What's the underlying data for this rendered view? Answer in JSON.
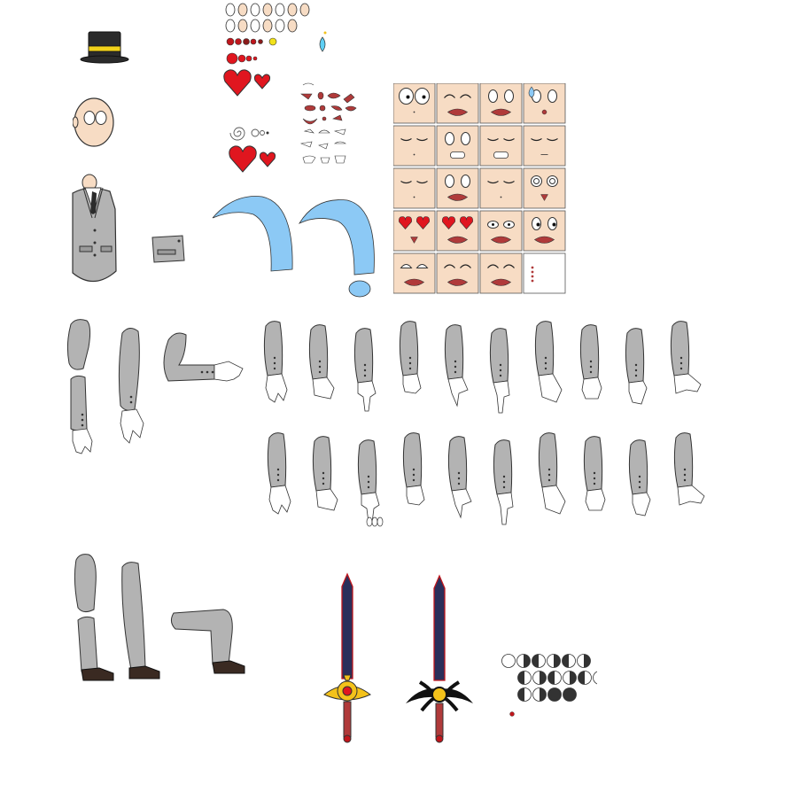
{
  "sheet": {
    "kind": "character sprite sheet",
    "background": "#ffffff",
    "outline_color": "#333333"
  },
  "palette": {
    "suit": "#b3b3b3",
    "suit_dark": "#9a9a9a",
    "skin": "#f7dcc4",
    "hat": "#2b2b2b",
    "hat_band": "#f2d21b",
    "heart_red": "#e0161f",
    "lip_red": "#b03a3a",
    "tear_blue": "#8cc9f5",
    "shoe_brown": "#3a2a22",
    "blade_navy": "#2b2f5a",
    "gold": "#f4c21a",
    "face_tile": "#f7dcc4"
  },
  "hat": {
    "label_band": "yellow band"
  },
  "hand_poses_row1": [
    "open",
    "relaxed",
    "point-down",
    "fist",
    "pinch",
    "point",
    "cup",
    "grip",
    "wave",
    "spread"
  ],
  "hand_poses_row2": [
    "open",
    "relaxed",
    "point-down",
    "fist",
    "pinch",
    "point",
    "cup",
    "grip",
    "wave",
    "spread"
  ],
  "face_grid": [
    {
      "expr": "shocked"
    },
    {
      "expr": "happy"
    },
    {
      "expr": "pout"
    },
    {
      "expr": "sweat"
    },
    {
      "expr": "sleepy"
    },
    {
      "expr": "grimace"
    },
    {
      "expr": "tired"
    },
    {
      "expr": "calm"
    },
    {
      "expr": "closed"
    },
    {
      "expr": "bored"
    },
    {
      "expr": "pained"
    },
    {
      "expr": "dizzy"
    },
    {
      "expr": "love"
    },
    {
      "expr": "love-smile"
    },
    {
      "expr": "angry"
    },
    {
      "expr": "surprised"
    },
    {
      "expr": "worried"
    },
    {
      "expr": "flirty"
    },
    {
      "expr": "content"
    },
    {
      "expr": "blank"
    }
  ],
  "swords": [
    {
      "name": "gold-guard-sword",
      "guard": "gold"
    },
    {
      "name": "dark-guard-sword",
      "guard": "black"
    }
  ],
  "moon_phases": {
    "count": 16
  }
}
